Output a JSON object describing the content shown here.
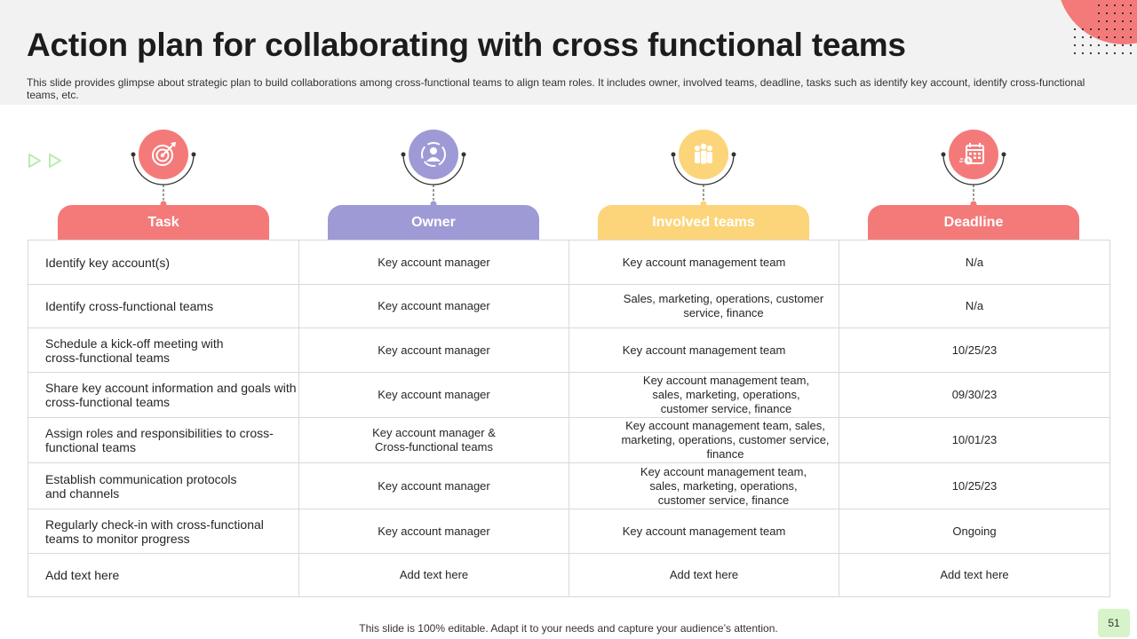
{
  "slide": {
    "title": "Action plan for collaborating with cross functional teams",
    "subtitle": "This slide provides glimpse about strategic plan to build collaborations among cross-functional teams to align team roles. It includes owner, involved teams, deadline, tasks such as identify key account, identify cross-functional teams, etc.",
    "footer": "This slide is 100% editable. Adapt it to your needs and capture your audience’s attention.",
    "page_number": "51"
  },
  "colors": {
    "header_bg": "#f2f2f2",
    "coral": "#f47a7a",
    "lavender": "#9e9ad6",
    "yellow": "#fcd57a",
    "arrow_green": "#b9ecae",
    "page_badge": "#d6f3c9"
  },
  "columns": [
    {
      "label": "Task",
      "icon": "target-icon",
      "color": "#f47a7a"
    },
    {
      "label": "Owner",
      "icon": "team-owner-icon",
      "color": "#9e9ad6"
    },
    {
      "label": "Involved teams",
      "icon": "group-icon",
      "color": "#fcd57a"
    },
    {
      "label": "Deadline",
      "icon": "calendar-icon",
      "color": "#f47a7a"
    }
  ],
  "rows": [
    {
      "task": "Identify key account(s)",
      "owner": "Key account manager",
      "teams": "Key account management team",
      "deadline": "N/a"
    },
    {
      "task": "Identify cross-functional teams",
      "owner": "Key account manager",
      "teams": "Sales, marketing, operations, customer service, finance",
      "deadline": "N/a"
    },
    {
      "task": "Schedule a kick-off meeting with cross-functional teams",
      "owner": "Key account manager",
      "teams": "Key account management team",
      "deadline": "10/25/23"
    },
    {
      "task": "Share key account information and goals with cross-functional teams",
      "owner": "Key account manager",
      "teams": "Key account management team, sales, marketing, operations, customer service, finance",
      "deadline": "09/30/23"
    },
    {
      "task": "Assign roles and responsibilities to cross-functional teams",
      "owner": "Key account manager & Cross-functional teams",
      "teams": "Key account management team, sales, marketing, operations, customer service, finance",
      "deadline": "10/01/23"
    },
    {
      "task": "Establish communication protocols and channels",
      "owner": "Key account manager",
      "teams": "Key account management team, sales, marketing, operations, customer service, finance",
      "deadline": "10/25/23"
    },
    {
      "task": "Regularly check-in with cross-functional teams to monitor progress",
      "owner": "Key account manager",
      "teams": "Key account management team",
      "deadline": "Ongoing"
    },
    {
      "task": "Add text here",
      "owner": "Add text here",
      "teams": "Add text here",
      "deadline": "Add text here"
    }
  ]
}
